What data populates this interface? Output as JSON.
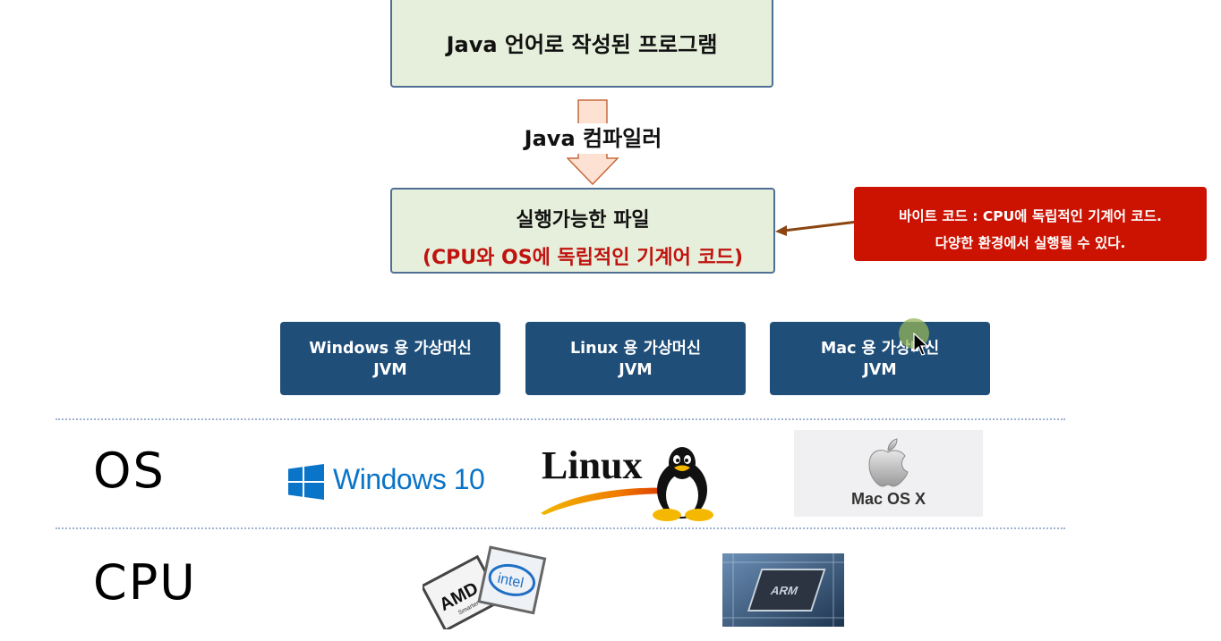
{
  "flow": {
    "source_box": "Java 언어로 작성된 프로그램",
    "compiler_label": "Java 컴파일러",
    "exec_title": "실행가능한 파일",
    "exec_subtitle": "(CPU와 OS에 독립적인 기계어 코드)"
  },
  "callout": {
    "line1": "바이트 코드 : CPU에 독립적인 기계어 코드.",
    "line2": "다양한 환경에서 실행될 수 있다."
  },
  "jvms": [
    {
      "line1": "Windows 용 가상머신",
      "line2": "JVM"
    },
    {
      "line1": "Linux 용 가상머신",
      "line2": "JVM"
    },
    {
      "line1": "Mac 용 가상머신",
      "line2": "JVM"
    }
  ],
  "rows": {
    "os_label": "OS",
    "cpu_label": "CPU"
  },
  "os_logos": {
    "windows": "Windows 10",
    "linux": "Linux",
    "mac": "Mac OS X"
  },
  "cpu_logos": {
    "amd": "AMD",
    "amd_tagline": "Smarter Choice",
    "intel": "intel",
    "arm": "ARM"
  },
  "colors": {
    "box_fill": "#e6efdb",
    "box_border": "#4e6f94",
    "red_accent": "#c0130f",
    "callout_fill": "#cc1200",
    "jvm_fill": "#1f4e79",
    "windows_blue": "#0a74c8"
  },
  "icons": [
    "windows-logo-icon",
    "tux-penguin-icon",
    "apple-logo-icon",
    "cpu-chip-icon",
    "mouse-cursor-icon"
  ]
}
